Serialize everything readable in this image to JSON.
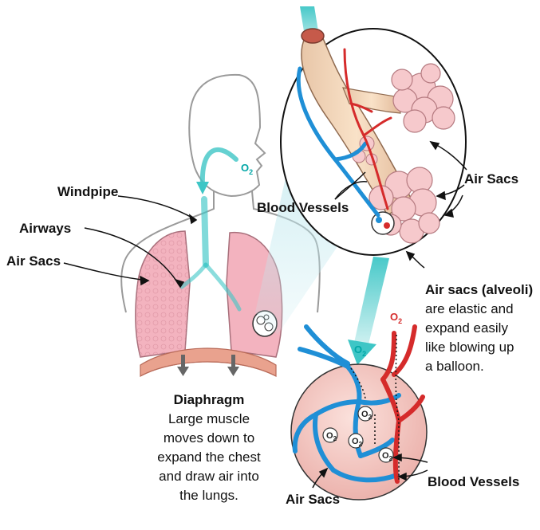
{
  "labels": {
    "windpipe": "Windpipe",
    "airways": "Airways",
    "air_sacs_body": "Air Sacs",
    "blood_vessels_zoom": "Blood Vessels",
    "air_sacs_zoom": "Air Sacs",
    "alveoli_title": "Air sacs (alveoli)",
    "alveoli_desc": [
      "are elastic and",
      "expand easily",
      "like blowing up",
      "a balloon."
    ],
    "diaphragm_title": "Diaphragm",
    "diaphragm_desc": [
      "Large muscle",
      "moves down to",
      "expand the chest",
      "and draw air into",
      "the lungs."
    ],
    "air_sacs_bottom": "Air Sacs",
    "blood_vessels_bottom": "Blood Vessels"
  },
  "symbols": {
    "oxygen": "O",
    "oxygen_sub": "2"
  },
  "colors": {
    "airflow": "#3ec6c6",
    "lung_pink": "#f3b3bf",
    "alveoli_pink": "#f6c9cc",
    "vein_blue": "#1f8fd6",
    "artery_red": "#d52b2b",
    "body_outline": "#9a9a9a"
  }
}
